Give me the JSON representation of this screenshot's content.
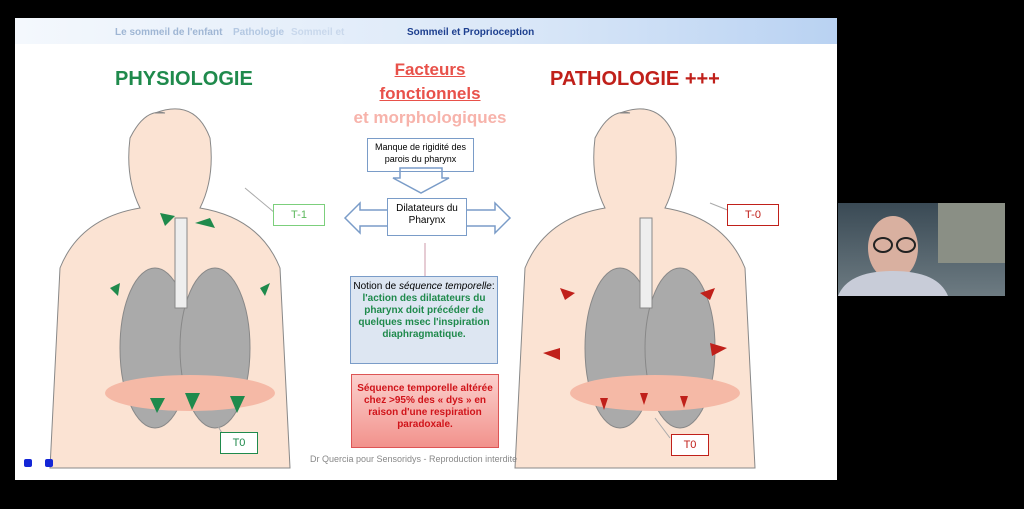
{
  "topbar": {
    "crumb1": "Le sommeil de l'enfant",
    "crumb2": "Pathologie",
    "crumb3": "Sommeil et",
    "active": "Sommeil et Proprioception"
  },
  "left_title": "PHYSIOLOGIE",
  "right_title": "PATHOLOGIE +++",
  "center_title": {
    "line1": "Facteurs",
    "line2": "fonctionnels",
    "line3": "et morphologiques"
  },
  "box_rigidity": "Manque de rigidité des parois du pharynx",
  "box_dilatateurs": "Dilatateurs du Pharynx",
  "box_notion": {
    "prefix": "Notion de ",
    "italic": "séquence temporelle",
    "colon": ": ",
    "green": "l'action des dilatateurs du pharynx doit précéder de quelques msec l'inspiration diaphragmatique."
  },
  "box_alert": "Séquence temporelle altérée chez >95% des « dys » en raison d'une respiration paradoxale.",
  "labels": {
    "left_t1": "T-1",
    "left_t0": "T0",
    "right_t0top": "T-0",
    "right_t0": "T0"
  },
  "footer": "Dr Quercia pour Sensoridys - Reproduction interdite",
  "colors": {
    "green": "#1f8a4c",
    "red": "#c0201a",
    "pink": "#f08a80"
  }
}
